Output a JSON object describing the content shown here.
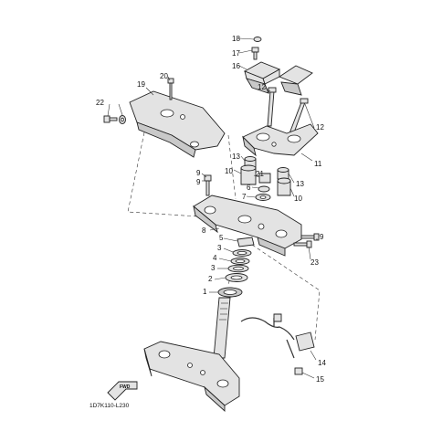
{
  "diagram": {
    "code": "1D7K110-L230",
    "fwd_label": "FWD",
    "part_numbers": [
      "1",
      "2",
      "3",
      "3",
      "4",
      "5",
      "6",
      "7",
      "8",
      "9",
      "9",
      "9",
      "10",
      "10",
      "11",
      "12",
      "12",
      "13",
      "13",
      "14",
      "15",
      "16",
      "17",
      "18",
      "19",
      "20",
      "21",
      "22",
      "23"
    ]
  }
}
